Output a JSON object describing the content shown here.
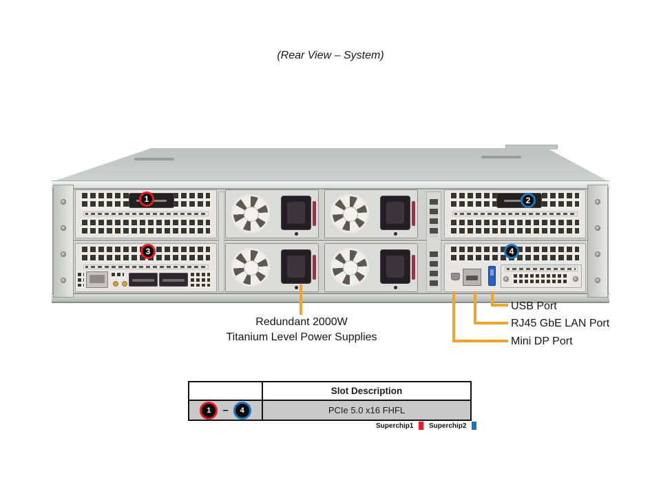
{
  "title": "(Rear View – System)",
  "diagram": {
    "callouts": [
      {
        "number": "1",
        "chip": "Superchip1"
      },
      {
        "number": "2",
        "chip": "Superchip2"
      },
      {
        "number": "3",
        "chip": "Superchip1"
      },
      {
        "number": "4",
        "chip": "Superchip2"
      }
    ],
    "labels": {
      "psu_line1": "Redundant 2000W",
      "psu_line2": "Titanium Level Power Supplies",
      "usb": "USB Port",
      "lan": "RJ45 GbE LAN Port",
      "minidp": "Mini DP Port"
    }
  },
  "table": {
    "header": "Slot Description",
    "row": {
      "from": "1",
      "separator": "–",
      "to": "4",
      "description": "PCIe 5.0 x16 FHFL"
    }
  },
  "legend": {
    "items": [
      {
        "label": "Superchip1",
        "color": "#ed1c24"
      },
      {
        "label": "Superchip2",
        "color": "#1b75bc"
      }
    ]
  },
  "colors": {
    "callout_red": "#e8191f",
    "callout_blue": "#1878be",
    "callout_line": "#f0a42c"
  }
}
